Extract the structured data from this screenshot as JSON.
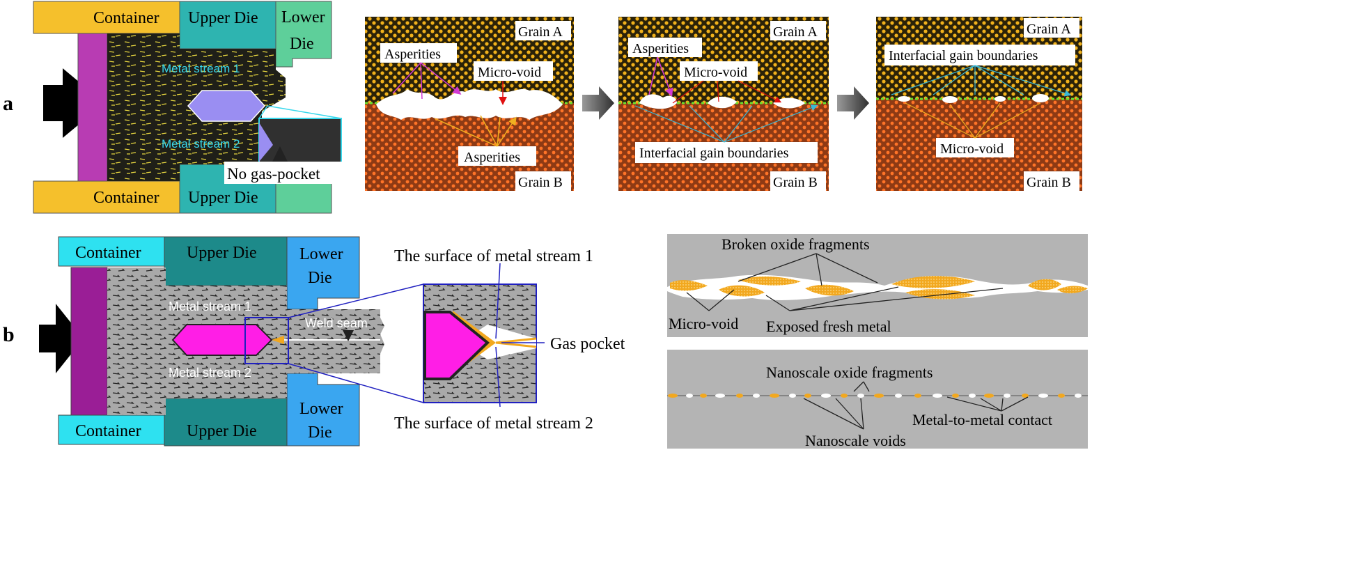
{
  "panel_labels": {
    "a": "a",
    "b": "b"
  },
  "row_a": {
    "die": {
      "container_top": "Container",
      "container_bottom": "Container",
      "upper_die_top": "Upper Die",
      "upper_die_bottom": "Upper Die",
      "lower_die_l1": "Lower",
      "lower_die_l2": "Die",
      "metal_stream_1": "Metal stream 1",
      "metal_stream_2": "Metal stream 2",
      "no_gas_pocket": "No gas-pocket"
    },
    "stage1": {
      "grain_a": "Grain A",
      "grain_b": "Grain B",
      "asperities_top": "Asperities",
      "micro_void": "Micro-void",
      "asperities_bottom": "Asperities"
    },
    "stage2": {
      "grain_a": "Grain A",
      "grain_b": "Grain B",
      "asperities": "Asperities",
      "micro_void": "Micro-void",
      "interfacial": "Interfacial gain boundaries"
    },
    "stage3": {
      "grain_a": "Grain A",
      "grain_b": "Grain B",
      "interfacial": "Interfacial gain boundaries",
      "micro_void": "Micro-void"
    }
  },
  "row_b": {
    "die": {
      "container_top": "Container",
      "container_bottom": "Container",
      "upper_die_top": "Upper Die",
      "upper_die_bottom": "Upper Die",
      "lower_die_top_l1": "Lower",
      "lower_die_top_l2": "Die",
      "lower_die_bottom_l1": "Lower",
      "lower_die_bottom_l2": "Die",
      "metal_stream_1": "Metal stream 1",
      "metal_stream_2": "Metal stream 2",
      "weld_seam": "Weld seam"
    },
    "zoom": {
      "surface_1": "The surface of metal stream 1",
      "surface_2": "The surface of metal stream 2",
      "gas_pocket": "Gas pocket"
    },
    "micro_top": {
      "broken_oxide": "Broken oxide fragments",
      "micro_void": "Micro-void",
      "exposed": "Exposed fresh metal"
    },
    "micro_bottom": {
      "nano_oxide": "Nanoscale oxide fragments",
      "metal_contact": "Metal-to-metal contact",
      "nano_voids": "Nanoscale voids"
    }
  },
  "colors": {
    "container_a": "#f5c02c",
    "upper_die_a": "#2eb4b0",
    "lower_die_a": "#5ecf9a",
    "piston_a": "#b83cb3",
    "mandrel_a": "#9a8ef2",
    "container_b": "#2ee1f0",
    "upper_die_b": "#1d8a8a",
    "lower_die_b": "#3aa6f0",
    "piston_b": "#9a1e96",
    "mandrel_b": "#ff1ee6",
    "oxide": "#f2a81f",
    "grain_a_bg": "#2b2208",
    "grain_b_bg": "#8e3a14"
  }
}
